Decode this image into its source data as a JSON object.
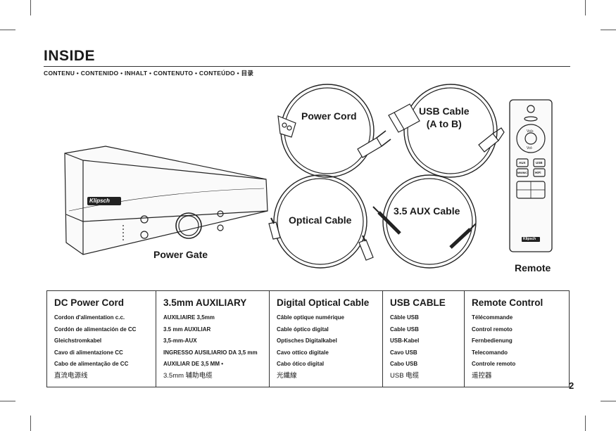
{
  "page": {
    "title": "INSIDE",
    "languages": "CONTENU  •  CONTENIDO  •  INHALT  •   CONTENUTO  •   CONTEÚDO  •  目录",
    "page_number": "2"
  },
  "items": {
    "power_gate": "Power Gate",
    "power_cord": "Power Cord",
    "usb_cable_line1": "USB Cable",
    "usb_cable_line2": "(A to B)",
    "optical_cable": "Optical Cable",
    "aux_cable": "3.5 AUX Cable",
    "remote": "Remote"
  },
  "remote_buttons": {
    "vol_up": "Vol+",
    "vol_down": "Vol-",
    "aux": "AUX",
    "usb": "USB",
    "mm": "MM/MC",
    "hifi": "HiFi"
  },
  "brand": {
    "logo_text": "Klipsch"
  },
  "table": {
    "columns": [
      {
        "heading": "DC Power Cord",
        "lines": [
          "Cordon d'alimentation c.c.",
          "Cordón de alimentación de CC",
          "Gleichstromkabel",
          "Cavo di alimentazione CC",
          "Cabo de alimentação de CC",
          "直流电源线"
        ]
      },
      {
        "heading": "3.5mm AUXILIARY",
        "lines": [
          "AUXILIAIRE 3,5mm",
          "3.5 mm AUXILIAR",
          "3,5-mm-AUX",
          "INGRESSO AUSILIARIO DA 3,5 mm",
          "AUXILIAR DE 3,5 MM •",
          "3.5mm 辅助电缆"
        ]
      },
      {
        "heading": "Digital Optical Cable",
        "lines": [
          "Câble optique numérique",
          "Cable óptico digital",
          "Optisches Digitalkabel",
          "Cavo ottico digitale",
          "Cabo ótico digital",
          "光纖線"
        ]
      },
      {
        "heading": "USB CABLE",
        "lines": [
          "Câble USB",
          "Cable USB",
          "USB-Kabel",
          "Cavo USB",
          "Cabo USB",
          "USB 电缆"
        ]
      },
      {
        "heading": "Remote Control",
        "lines": [
          "Télécommande",
          "Control remoto",
          "Fernbedienung",
          "Telecomando",
          "Controle remoto",
          "遥控器"
        ]
      }
    ]
  }
}
